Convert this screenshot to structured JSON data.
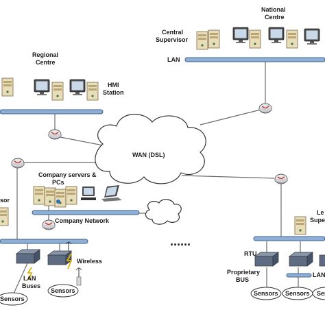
{
  "labels": {
    "national_centre_l1": "National",
    "national_centre_l2": "Centre",
    "central_supervisor_l1": "Central",
    "central_supervisor_l2": "Supervisor",
    "lan_top": "LAN",
    "regional_centre_l1": "Regional",
    "regional_centre_l2": "Centre",
    "hmi_l1": "HMI",
    "hmi_l2": "Station",
    "wan": "WAN (DSL)",
    "company_servers_l1": "Company servers &",
    "company_servers_l2": "PCs",
    "company_network": "Company Network",
    "left_supervisor_partial": "sor",
    "wireless": "Wireless",
    "lan_buses_l1": "LAN",
    "lan_buses_l2": "Buses",
    "sensors_1": "Sensors",
    "sensors_2": "Sensors",
    "ellipsis": "......",
    "rtu": "RTU",
    "proprietary_l1": "Proprietary",
    "proprietary_l2": "BUS",
    "right_local_l1": "Le",
    "right_local_l2": "Supe",
    "lan_right_partial": "LAN",
    "sensors_3": "Sensors",
    "sensors_4": "Sensors",
    "sensors_5": "Sensors"
  },
  "colors": {
    "bus": "#8fb0d6",
    "server": "#e9dcb8",
    "monitor": "#4a4a4a",
    "router": "#e6e6ea",
    "router_arrow": "#c0392b",
    "rtu": "#5d6c82"
  },
  "icons": [
    "server-icon",
    "monitor-icon",
    "router-icon",
    "laptop-icon",
    "cloud-icon",
    "rtu-icon",
    "antenna-icon",
    "lightning-icon"
  ]
}
